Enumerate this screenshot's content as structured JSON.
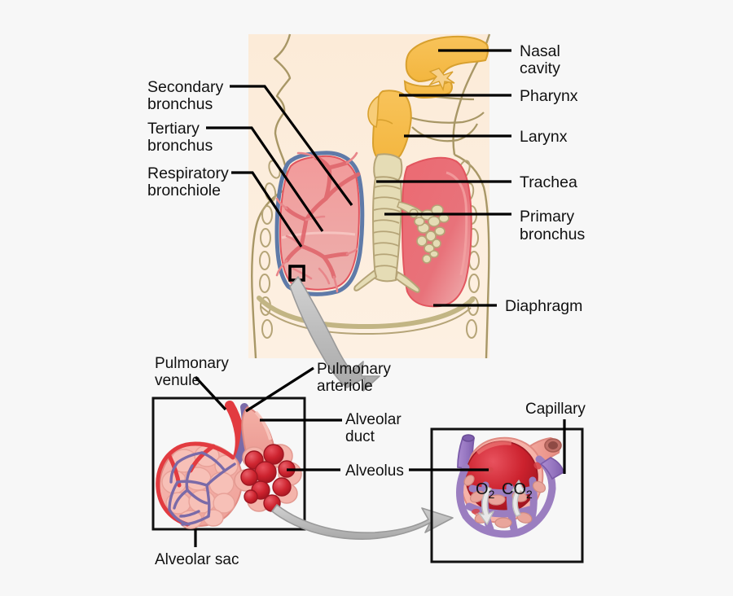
{
  "figure": {
    "title": "Respiratory system anatomy diagram",
    "background_color": "#f7f7f7",
    "torso_tint_color": "#fceddc",
    "outline_color": "#a89766"
  },
  "labels_right": [
    {
      "id": "nasal-cavity",
      "line1": "Nasal",
      "line2": "cavity"
    },
    {
      "id": "pharynx",
      "line1": "Pharynx",
      "line2": ""
    },
    {
      "id": "larynx",
      "line1": "Larynx",
      "line2": ""
    },
    {
      "id": "trachea",
      "line1": "Trachea",
      "line2": ""
    },
    {
      "id": "primary-bronchus",
      "line1": "Primary",
      "line2": "bronchus"
    },
    {
      "id": "diaphragm",
      "line1": "Diaphragm",
      "line2": ""
    }
  ],
  "labels_left": [
    {
      "id": "secondary-bronchus",
      "line1": "Secondary",
      "line2": "bronchus"
    },
    {
      "id": "tertiary-bronchus",
      "line1": "Tertiary",
      "line2": "bronchus"
    },
    {
      "id": "respiratory-bronchiole",
      "line1": "Respiratory",
      "line2": "bronchiole"
    }
  ],
  "inset_alveolar": {
    "pulmonary_venule": {
      "line1": "Pulmonary",
      "line2": "venule"
    },
    "pulmonary_arteriole": {
      "line1": "Pulmonary",
      "line2": "arteriole"
    },
    "alveolar_duct": {
      "line1": "Alveolar",
      "line2": "duct"
    },
    "alveolus": {
      "line1": "Alveolus",
      "line2": ""
    },
    "alveolar_sac": {
      "line1": "Alveolar sac",
      "line2": ""
    }
  },
  "inset_gas_exchange": {
    "capillary": {
      "line1": "Capillary",
      "line2": ""
    },
    "oxygen": {
      "symbol": "O",
      "subscript": "2"
    },
    "carbon_dioxide": {
      "symbol": "CO",
      "subscript": "2"
    }
  },
  "colors": {
    "lung_pink": "#ef8d8d",
    "lung_deep": "#e4636b",
    "nasal_yellow": "#f5bf4f",
    "trachea_beige": "#ded9b8",
    "pleura_blue": "#5f7aa8",
    "artery_red": "#e23b40",
    "vein_purple": "#7a6aa8",
    "alveolus_red": "#cf2631",
    "capillary_purple": "#9b7ec0",
    "arrow_gray": "#bdbdbd"
  }
}
